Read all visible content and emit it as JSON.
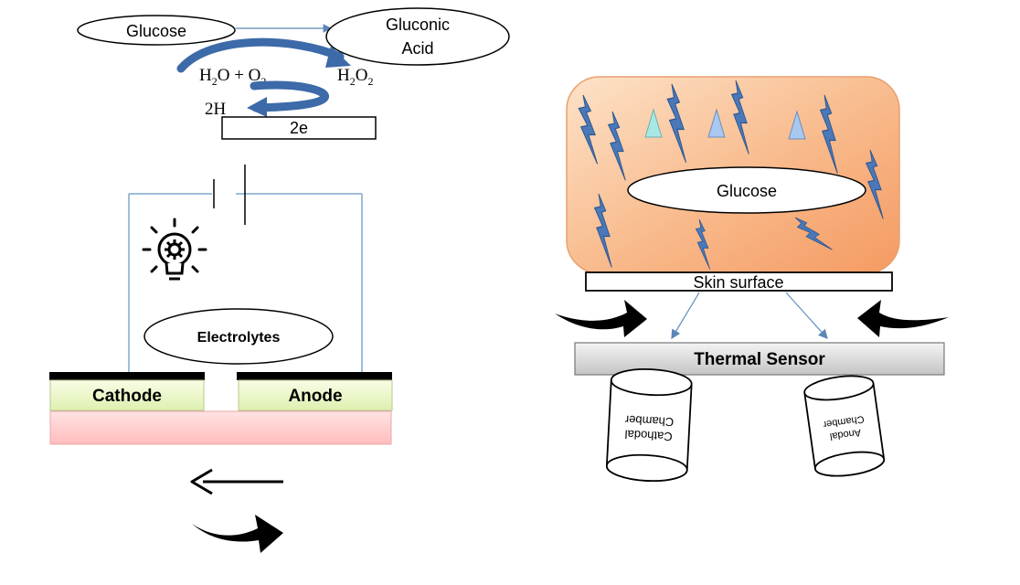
{
  "left_panel": {
    "glucose_label": "Glucose",
    "gluconic_acid_line1": "Gluconic",
    "gluconic_acid_line2": "Acid",
    "reactant_h2o": "H",
    "reactant_h2o_sub": "2",
    "reactant_h2o_end": "O + O",
    "reactant_o2_sub": "2",
    "product_h2o2": "H",
    "product_h2o2_sub1": "2",
    "product_h2o2_mid": "O",
    "product_h2o2_sub2": "2",
    "protons_label": "2H",
    "electrons_label": "2e",
    "electrolytes_label": "Electrolytes",
    "cathode_label": "Cathode",
    "anode_label": "Anode"
  },
  "right_panel": {
    "glucose_label": "Glucose",
    "skin_surface_label": "Skin surface",
    "thermal_sensor_label": "Thermal Sensor",
    "cathodal_chamber_line1": "Cathodal",
    "cathodal_chamber_line2": "Chamber",
    "anodal_chamber_line1": "Anodal",
    "anodal_chamber_line2": "Chamber"
  },
  "colors": {
    "arrow_blue": "#3d6aa8",
    "bolt_blue": "#4a78b8",
    "electrode_green": "#eef8cc",
    "substrate_pink": "#ffd2d2",
    "wire_blue": "#7fa8cc",
    "sensor_gray": "#d6d6d6"
  }
}
